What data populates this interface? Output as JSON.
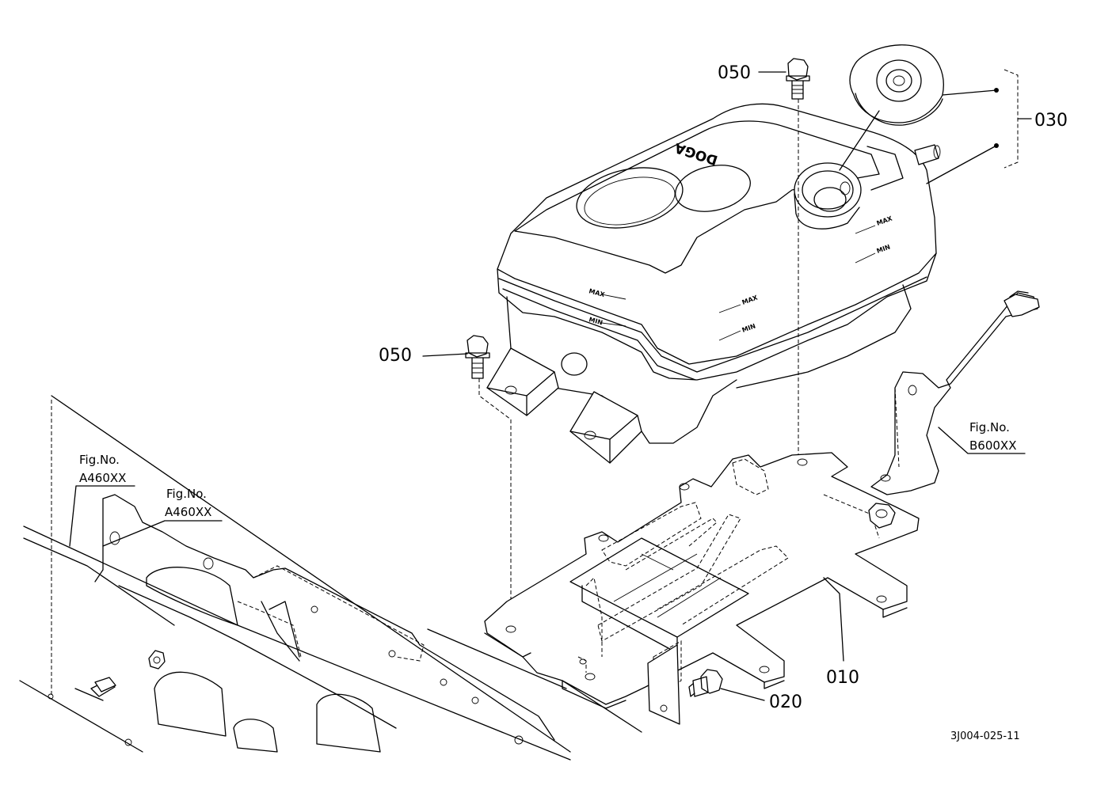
{
  "callouts": {
    "bolt_top": "050",
    "bolt_left": "050",
    "cap_group": "030",
    "bracket": "010",
    "bolt_bottom": "020"
  },
  "fig_refs": {
    "left_outer": {
      "label": "Fig.No.",
      "code": "A460XX"
    },
    "left_inner": {
      "label": "Fig.No.",
      "code": "A460XX"
    },
    "right": {
      "label": "Fig.No.",
      "code": "B600XX"
    }
  },
  "tank_embossing": {
    "brand": "DOGA",
    "max_labels": [
      "MAX",
      "MAX",
      "MAX"
    ],
    "min_labels": [
      "MIN",
      "MIN",
      "MIN"
    ]
  },
  "drawing_code": "3J004-025-11"
}
